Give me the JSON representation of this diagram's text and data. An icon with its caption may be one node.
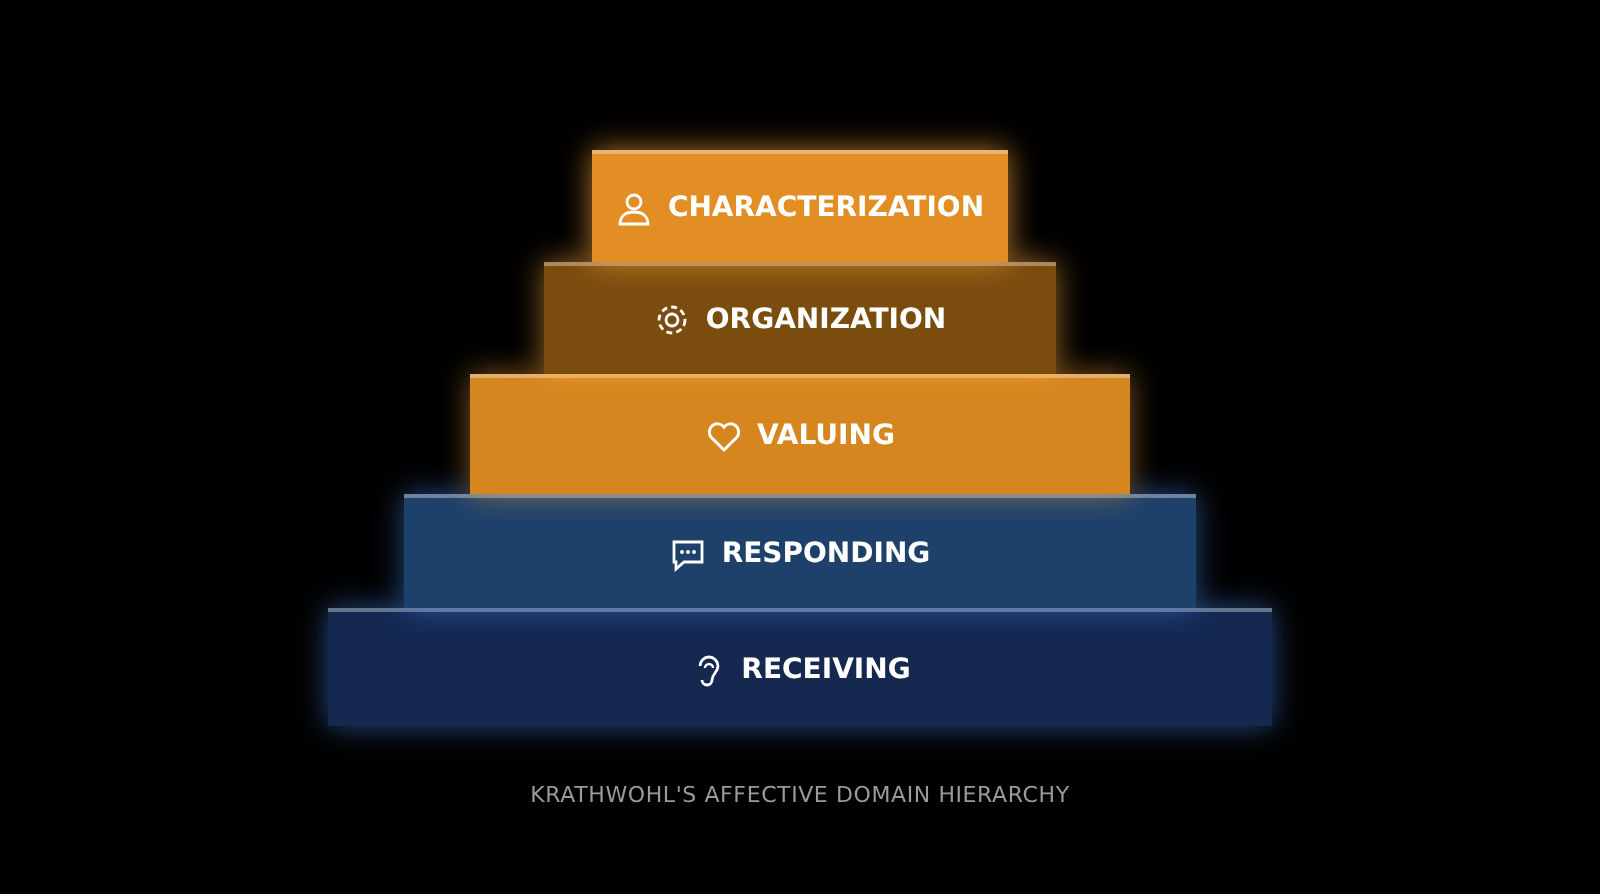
{
  "diagram": {
    "caption": "KRATHWOHL'S AFFECTIVE DOMAIN HIERARCHY",
    "nodes": [
      {
        "text": [
          "CHARACTERIZATION"
        ]
      },
      {
        "text": [
          "ORGANIZATION"
        ]
      },
      {
        "text": [
          "VALUING"
        ]
      },
      {
        "text": [
          "RESPONDING"
        ]
      },
      {
        "text": [
          "RECEIVING"
        ]
      }
    ]
  }
}
